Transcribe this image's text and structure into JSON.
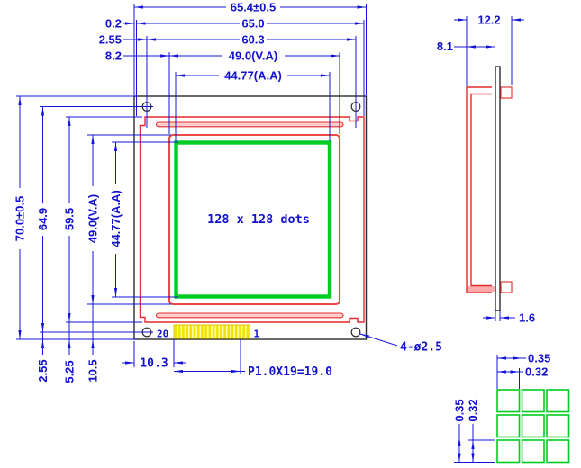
{
  "drawing": {
    "type_label": "128 x 128 dots",
    "pin_last": "20",
    "pin_first": "1"
  },
  "dims": {
    "top": {
      "overall": "65.4±0.5",
      "bezel": "65.0",
      "holes": "60.3",
      "va": "49.0(V.A)",
      "aa": "44.77(A.A)"
    },
    "top_offsets": {
      "o1": "0.2",
      "o2": "2.55",
      "o3": "8.2"
    },
    "left": {
      "overall": "70.0±0.5",
      "holes": "64.9",
      "bezel": "59.5",
      "va": "49.0(V.A)",
      "aa": "44.77(A.A)"
    },
    "bottom_offsets": {
      "b1": "2.55",
      "b2": "5.25",
      "b3": "10.5"
    },
    "bottom": {
      "pin_start": "10.3",
      "pin_pitch": "P1.0X19=19.0",
      "mounting": "4-ø2.5"
    },
    "side": {
      "width": "12.2",
      "frame": "8.1",
      "pcb": "1.6"
    },
    "dot": {
      "pitch_h": "0.35",
      "size_h": "0.32",
      "pitch_v": "0.35",
      "size_v": "0.32"
    }
  },
  "colors": {
    "dimension_blue": "#1414d9",
    "outline_red": "#e32b2b",
    "active_area_green": "#00cc22",
    "pcb_black": "#2b2b2b",
    "pad_fill": "#ffffb2",
    "pad_stripe": "#f2e200"
  }
}
